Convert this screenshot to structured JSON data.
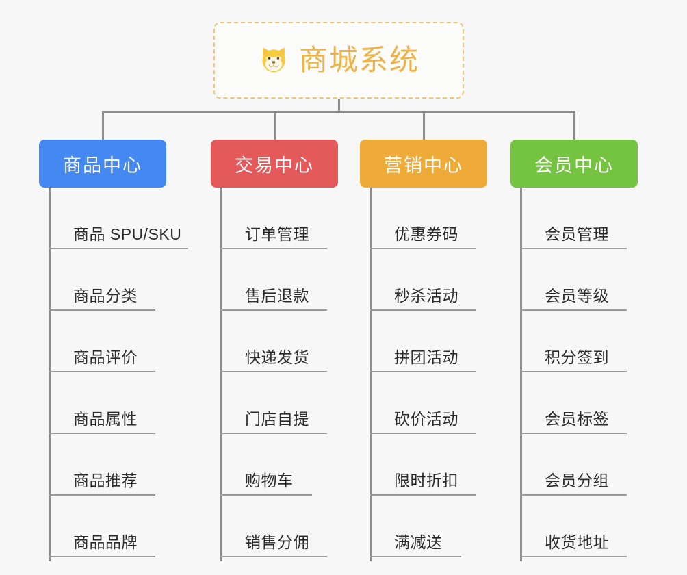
{
  "page": {
    "background_color": "#f7f7f7",
    "type": "org-chart"
  },
  "root": {
    "title": "商城系统",
    "icon": "shiba-dog-face-icon",
    "border_color": "#f0c479",
    "text_color": "#edb348"
  },
  "connector_color": "#8c8c8c",
  "columns": [
    {
      "id": "product-center",
      "label": "商品中心",
      "color": "#4688f1",
      "items": [
        "商品 SPU/SKU",
        "商品分类",
        "商品评价",
        "商品属性",
        "商品推荐",
        "商品品牌"
      ]
    },
    {
      "id": "trade-center",
      "label": "交易中心",
      "color": "#e4595a",
      "items": [
        "订单管理",
        "售后退款",
        "快递发货",
        "门店自提",
        "购物车",
        "销售分佣"
      ]
    },
    {
      "id": "marketing-center",
      "label": "营销中心",
      "color": "#eeab38",
      "items": [
        "优惠券码",
        "秒杀活动",
        "拼团活动",
        "砍价活动",
        "限时折扣",
        "满减送"
      ]
    },
    {
      "id": "member-center",
      "label": "会员中心",
      "color": "#74c341",
      "items": [
        "会员管理",
        "会员等级",
        "积分签到",
        "会员标签",
        "会员分组",
        "收货地址"
      ]
    }
  ]
}
